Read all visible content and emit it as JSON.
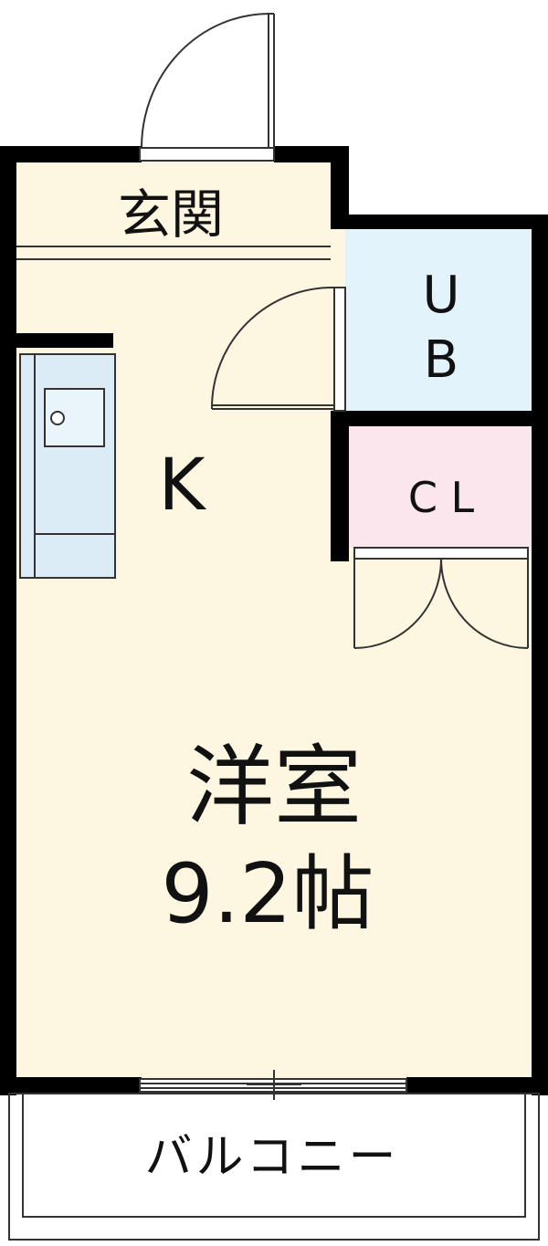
{
  "rooms": {
    "entrance": "玄関",
    "bath_line1": "U",
    "bath_line2": "B",
    "closet": "C L",
    "kitchen": "K",
    "western_room": "洋室",
    "western_room_size": "9.2帖",
    "balcony": "バルコニー"
  },
  "colors": {
    "floor": "#fdf6e1",
    "bath": "#e3f3fc",
    "closet": "#fce6ee",
    "kitchen": "#dcecf6",
    "wall": "#000000",
    "outline": "#333333"
  }
}
